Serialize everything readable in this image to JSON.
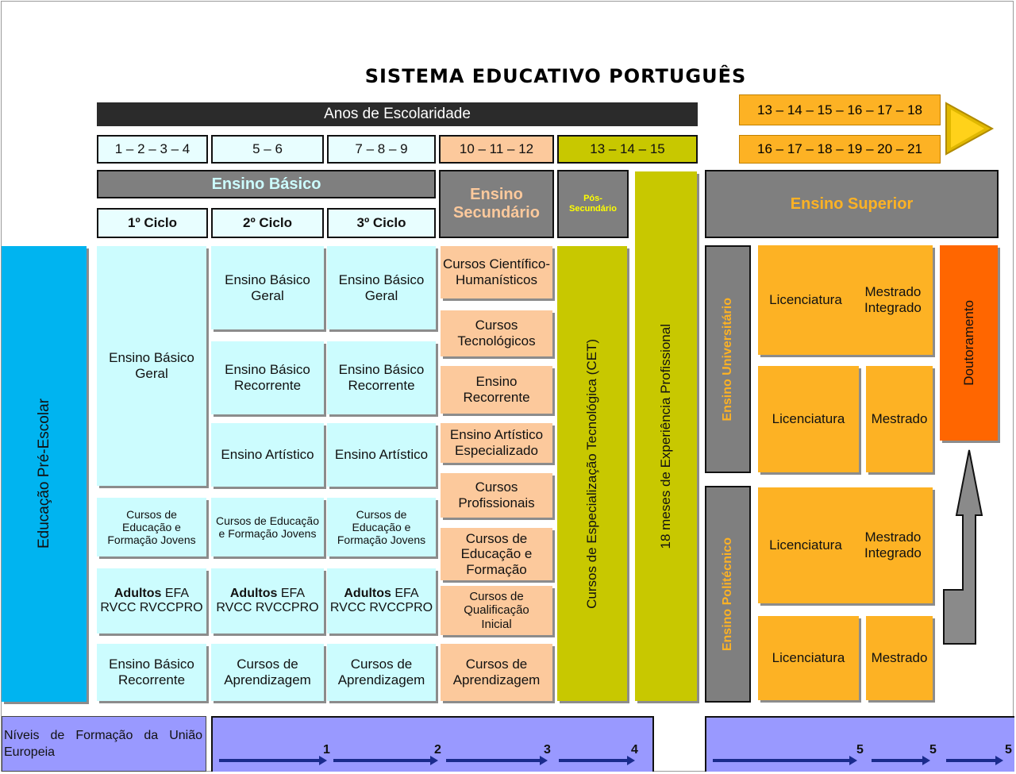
{
  "title": "SISTEMA EDUCATIVO PORTUGUÊS",
  "anos_header": "Anos de Escolaridade",
  "years": {
    "c1": "1 – 2 – 3 – 4",
    "c2": "5 – 6",
    "c3": "7 – 8 – 9",
    "sec": "10 – 11 – 12",
    "post": "13 – 14 – 15",
    "sup_years": "13 – 14 – 15 – 16 – 17 – 18",
    "sup_ages": "16 – 17 – 18 – 19 – 20 – 21"
  },
  "headers": {
    "ensino_basico": "Ensino Básico",
    "ensino_secundario_1": "Ensino",
    "ensino_secundario_2": "Secundário",
    "pos_secundario_1": "Pós-",
    "pos_secundario_2": "Secundário",
    "ensino_superior": "Ensino Superior",
    "ciclo1": "1º Ciclo",
    "ciclo2": "2º Ciclo",
    "ciclo3": "3º Ciclo"
  },
  "preescolar": "Educação Pré-Escolar",
  "ciclo1": {
    "geral_1": "Ensino Básico",
    "geral_2": "Geral",
    "cef_1": "Cursos de",
    "cef_2": "Educação e",
    "cef_3": "Formação Jovens",
    "adultos_b": "Adultos",
    "adultos_efa": " EFA",
    "adultos_2": "RVCC RVCCPRO",
    "recorrente_1": "Ensino Básico",
    "recorrente_2": "Recorrente"
  },
  "ciclo2": {
    "geral_1": "Ensino Básico",
    "geral_2": "Geral",
    "recorrente_1": "Ensino Básico",
    "recorrente_2": "Recorrente",
    "artistico": "Ensino Artístico",
    "cef_1": "Cursos de Educação",
    "cef_2": "e Formação Jovens",
    "adultos_b": "Adultos",
    "adultos_efa": " EFA",
    "adultos_2": "RVCC RVCCPRO",
    "aprend_1": "Cursos de",
    "aprend_2": "Aprendizagem"
  },
  "ciclo3": {
    "geral_1": "Ensino Básico",
    "geral_2": "Geral",
    "recorrente_1": "Ensino Básico",
    "recorrente_2": "Recorrente",
    "artistico": "Ensino Artístico",
    "cef_1": "Cursos de",
    "cef_2": "Educação e",
    "cef_3": "Formação Jovens",
    "adultos_b": "Adultos",
    "adultos_efa": " EFA",
    "adultos_2": "RVCC RVCCPRO",
    "aprend_1": "Cursos de",
    "aprend_2": "Aprendizagem"
  },
  "secundario": {
    "ch_1": "Cursos Científico-",
    "ch_2": "Humanísticos",
    "tec_1": "Cursos",
    "tec_2": "Tecnológicos",
    "rec_1": "Ensino",
    "rec_2": "Recorrente",
    "art_1": "Ensino Artístico",
    "art_2": "Especializado",
    "prof_1": "Cursos",
    "prof_2": "Profissionais",
    "cef_1": "Cursos de",
    "cef_2": "Educação e",
    "cef_3": "Formação",
    "qual_1": "Cursos de",
    "qual_2": "Qualificação",
    "qual_3": "Inicial",
    "aprend_1": "Cursos de",
    "aprend_2": "Aprendizagem"
  },
  "cet": "Cursos de Especialização Tecnológica (CET)",
  "experiencia": "18 meses de Experiência Profissional",
  "superior": {
    "universitario": "Ensino Universitário",
    "politecnico": "Ensino Politécnico",
    "licenciatura": "Licenciatura",
    "mestrado_int_1": "Mestrado",
    "mestrado_int_2": "Integrado",
    "mestrado": "Mestrado",
    "doutoramento": "Doutoramento"
  },
  "eu": {
    "label": "Níveis de Formação da União Europeia",
    "levels": [
      "1",
      "2",
      "3",
      "4",
      "5",
      "5",
      "5"
    ]
  },
  "colors": {
    "light_blue": "#ccfcfe",
    "peach": "#fcc99c",
    "orange": "#fdb224",
    "dark_orange": "#ff6600",
    "olive": "#c8c800",
    "gray": "#7f7f7f",
    "blue": "#00b4f0",
    "eu_band": "#9999ff",
    "arrow": "#1a2b8c"
  }
}
